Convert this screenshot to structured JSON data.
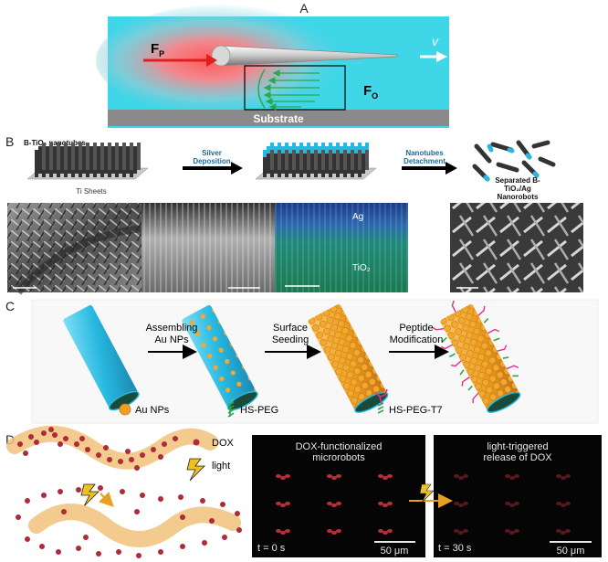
{
  "panels": {
    "a": {
      "letter": "A",
      "fp_main": "F",
      "fp_sub": "P",
      "fo_main": "F",
      "fo_sub": "O",
      "velocity": "v",
      "substrate": "Substrate"
    },
    "b": {
      "letter": "B",
      "nanotubes_label": "B-TiO₂ nanotubes",
      "ti_sheets": "Ti Sheets",
      "silver_line1": "Silver",
      "silver_line2": "Deposition",
      "detach_line1": "Nanotubes",
      "detach_line2": "Detachment",
      "separated_line1": "Separated B-",
      "separated_line2": "TiO₂/Ag",
      "separated_line3": "Nanorobots",
      "ag_label": "Ag",
      "tio2_label": "TiO₂"
    },
    "c": {
      "letter": "C",
      "step1_line1": "Assembling",
      "step1_line2": "Au NPs",
      "step2_line1": "Surface",
      "step2_line2": "Seeding",
      "step3_line1": "Peptide",
      "step3_line2": "Modification",
      "legend_au": "Au NPs",
      "legend_hspeg": "HS-PEG",
      "legend_hspegt7": "HS-PEG-T7"
    },
    "d": {
      "letter": "D",
      "dox_label": "DOX",
      "light_label": "light",
      "left_title_line1": "DOX-functionalized",
      "left_title_line2": "microrobots",
      "right_title_line1": "light-triggered",
      "right_title_line2": "release of DOX",
      "t_left": "t = 0 s",
      "t_right": "t = 30 s",
      "scale_left": "50 μm",
      "scale_right": "50 μm"
    }
  },
  "colors": {
    "flow_bg": "#3fd6e8",
    "substrate": "#8a8a8a",
    "force_arrow": "#e02020",
    "flow_lines": "#2aa84a",
    "nanotube_blue": "#27b8e0",
    "au_orange": "#f0a020",
    "peptide_pink": "#e0308a",
    "dox_red": "#b02a3a",
    "tape": "#f2c27a"
  }
}
